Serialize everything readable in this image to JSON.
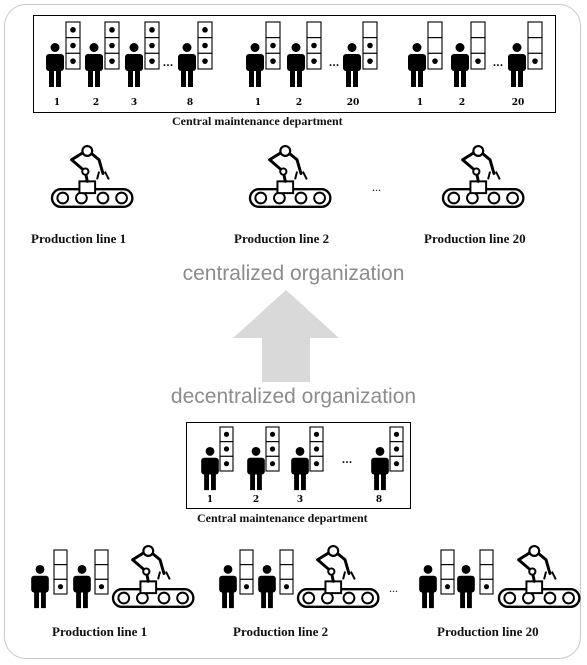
{
  "colors": {
    "ink": "#000000",
    "frame": "#c8c8c8",
    "arrow": "#d9d9d9",
    "caption": "#8c8c8c"
  },
  "centralized": {
    "department_label": "Central  maintenance department",
    "groups": [
      {
        "worker_numbers": [
          "1",
          "2",
          "3",
          "8"
        ],
        "ellipsis": "...",
        "filled_slots": 3
      },
      {
        "worker_numbers": [
          "1",
          "2",
          "20"
        ],
        "ellipsis": "...",
        "filled_slots": 2
      },
      {
        "worker_numbers": [
          "1",
          "2",
          "20"
        ],
        "ellipsis": "...",
        "filled_slots": 1
      }
    ],
    "lines": [
      "Production line 1",
      "Production line 2",
      "Production line 20"
    ],
    "lines_ellipsis": "..."
  },
  "captions": {
    "top": "centralized organization",
    "bottom": "decentralized organization"
  },
  "decentralized": {
    "department_label": "Central maintenance department",
    "worker_numbers": [
      "1",
      "2",
      "3",
      "8"
    ],
    "ellipsis": "...",
    "lines": [
      "Production line 1",
      "Production line 2",
      "Production line 20"
    ],
    "lines_ellipsis": "..."
  }
}
